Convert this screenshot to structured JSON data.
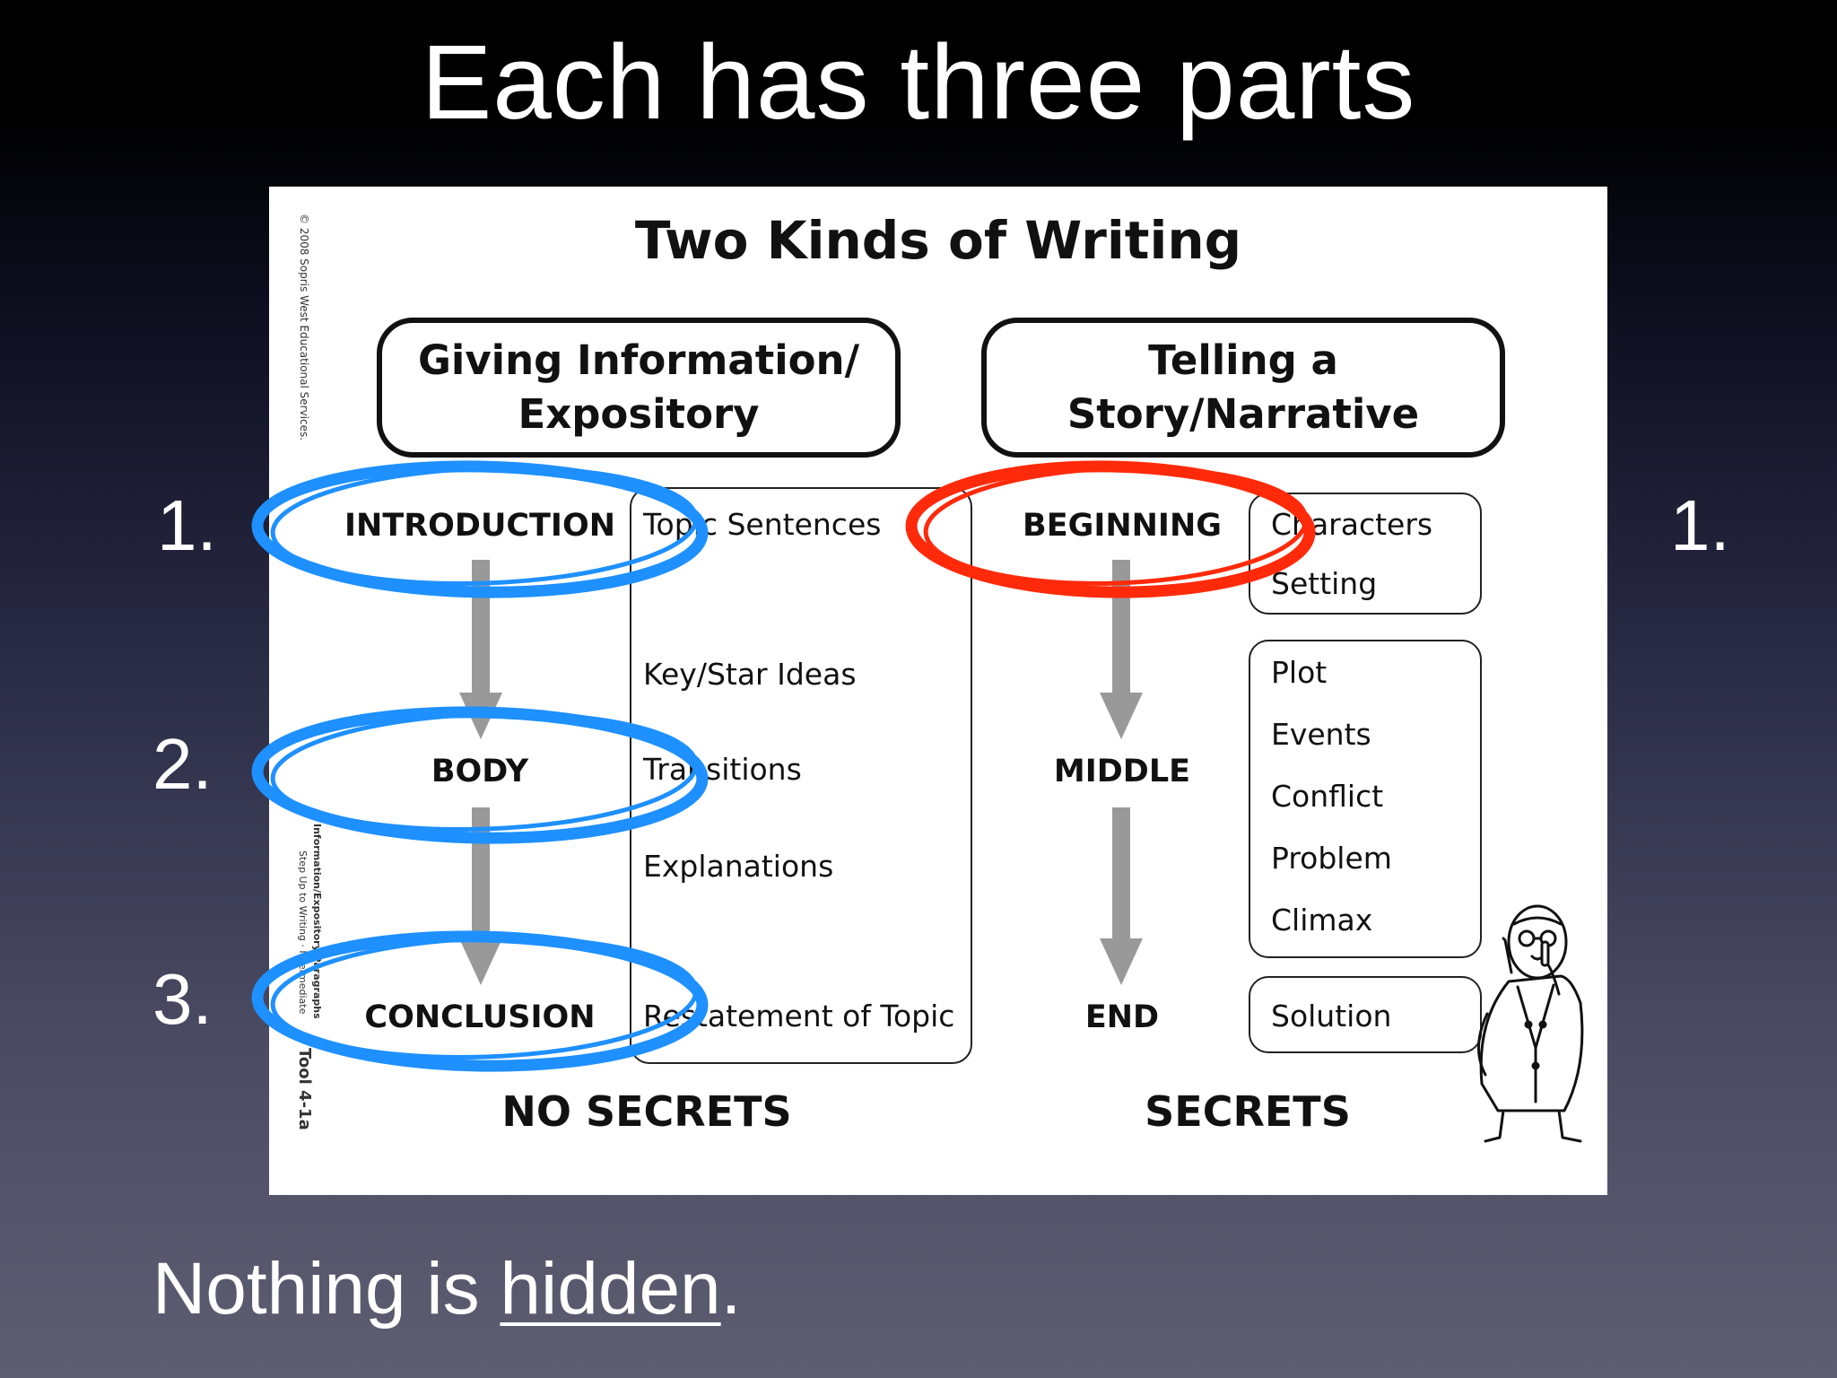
{
  "slide": {
    "title": "Each has three parts",
    "left_numbers": [
      "1.",
      "2.",
      "3."
    ],
    "right_number": "1.",
    "caption_before": "Nothing is ",
    "caption_underlined": "hidden",
    "caption_after": "."
  },
  "document": {
    "title": "Two Kinds of Writing",
    "copyright": "© 2008 Sopris West Educational Services.",
    "side_label_1": "Information/Expository Paragraphs",
    "side_label_2": "Step Up to Writing · Intermediate",
    "tool_label": "Tool 4-1a",
    "expository": {
      "header": "Giving Information/\nExpository",
      "parts": [
        "INTRODUCTION",
        "BODY",
        "CONCLUSION"
      ],
      "items": [
        "Topic Sentences",
        "Key/Star Ideas",
        "Transitions",
        "Explanations",
        "Restatement of Topic"
      ],
      "footer": "NO SECRETS"
    },
    "narrative": {
      "header": "Telling a\nStory/Narrative",
      "parts": [
        "BEGINNING",
        "MIDDLE",
        "END"
      ],
      "group1": [
        "Characters",
        "Setting"
      ],
      "group2": [
        "Plot",
        "Events",
        "Conflict",
        "Problem",
        "Climax"
      ],
      "group3": [
        "Solution"
      ],
      "footer": "SECRETS"
    }
  },
  "colors": {
    "blue_circle": "#1e90ff",
    "red_circle": "#ff2a0a",
    "arrow": "#999999"
  }
}
